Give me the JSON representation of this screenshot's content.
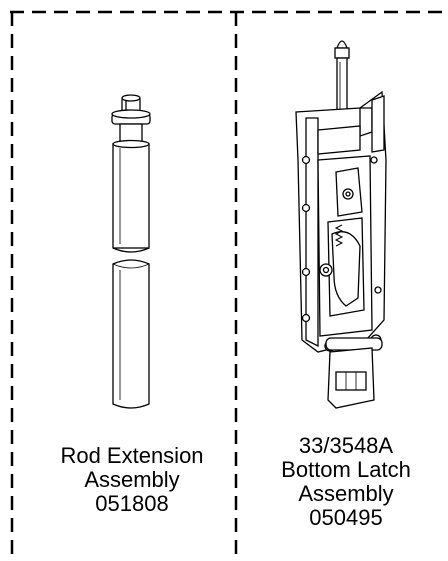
{
  "parts": [
    {
      "name": "Rod Extension",
      "line2": "Assembly",
      "part_no": "051808"
    },
    {
      "name": "33/3548A",
      "line2": "Bottom Latch",
      "line3": "Assembly",
      "part_no": "050495"
    }
  ],
  "colors": {
    "line": "#000000",
    "background": "#ffffff"
  }
}
